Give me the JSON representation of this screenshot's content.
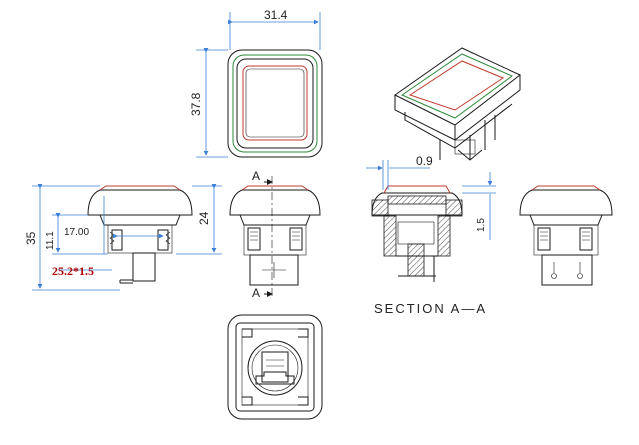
{
  "dimensions": {
    "top_width": "31.4",
    "top_height": "37.8",
    "side_total_height": "35",
    "side_body_height": "11.1",
    "side_inner_width": "17.00",
    "side_cap_height": "24",
    "panel_cutout": "25.2*1.5",
    "section_wall": "0.9",
    "section_depth": "1.5"
  },
  "labels": {
    "section_marker_top": "A",
    "section_marker_bottom": "A",
    "section_title": "SECTION A—A"
  },
  "colors": {
    "dimension": "#3b7fd6",
    "outline_green": "#2e8b3a",
    "outline_red": "#c0392b",
    "annotation_red": "#b00000"
  }
}
